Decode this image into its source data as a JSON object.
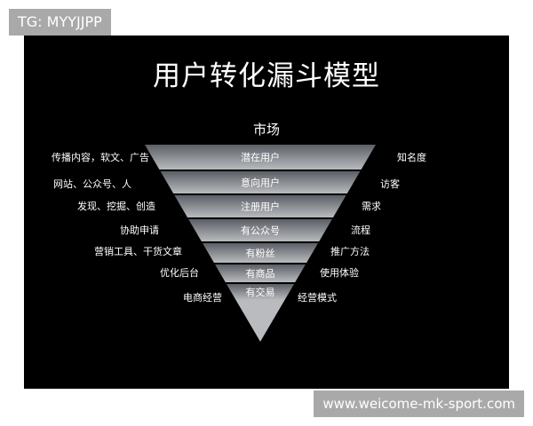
{
  "tag": "TG: MYYJJPP",
  "title": "用户转化漏斗模型",
  "market_label": "市场",
  "levels": [
    {
      "center": "潜在用户",
      "left": "传播内容，软文、广告",
      "right": "知名度"
    },
    {
      "center": "意向用户",
      "left": "网站、公众号、人",
      "right": "访客"
    },
    {
      "center": "注册用户",
      "left": "发现、挖掘、创造",
      "right": "需求"
    },
    {
      "center": "有公众号",
      "left": "协助申请",
      "right": "流程"
    },
    {
      "center": "有粉丝",
      "left": "营销工具、干货文章",
      "right": "推广方法"
    },
    {
      "center": "有商品",
      "left": "优化后台",
      "right": "使用体验"
    },
    {
      "center": "有交易",
      "left": "电商经营",
      "right": "经营模式"
    }
  ],
  "watermark": "www.weicome-mk-sport.com"
}
